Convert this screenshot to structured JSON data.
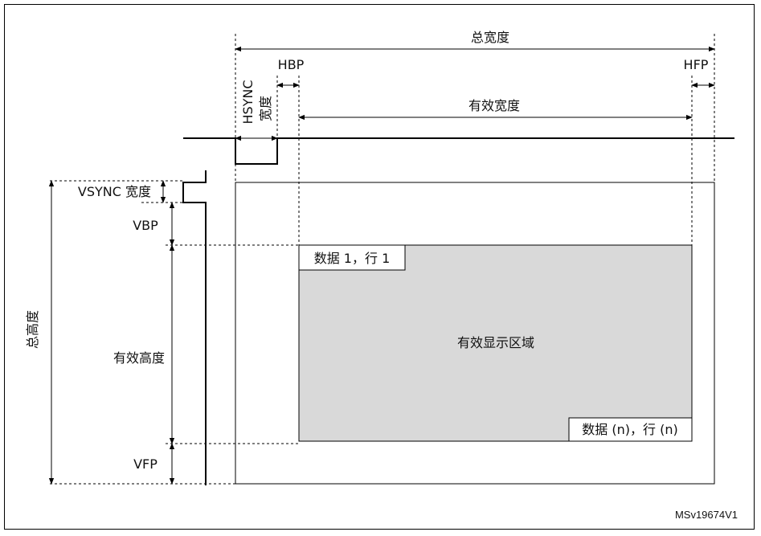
{
  "labels": {
    "total_width": "总宽度",
    "hbp": "HBP",
    "hfp": "HFP",
    "hsync_width_top": "HSYNC",
    "hsync_width_bottom": "宽度",
    "active_width": "有效宽度",
    "vsync_width": "VSYNC 宽度",
    "vbp": "VBP",
    "total_height": "总高度",
    "active_height": "有效高度",
    "vfp": "VFP",
    "data_first": "数据 1，行 1",
    "data_last": "数据 (n)，行 (n)",
    "active_area": "有效显示区域",
    "figure_id": "MSv19674V1"
  },
  "colors": {
    "active_fill": "#d9d9d9",
    "line": "#000000",
    "background": "#ffffff"
  }
}
